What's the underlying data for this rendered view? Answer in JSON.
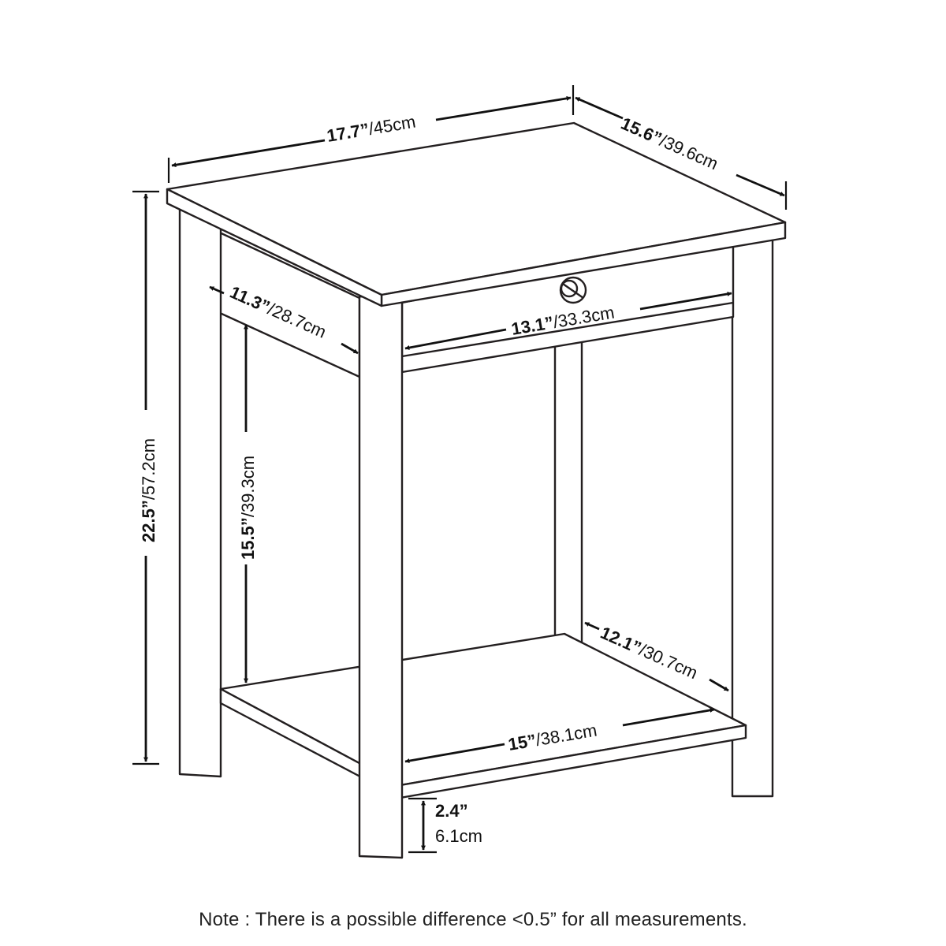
{
  "dimensions": {
    "width": {
      "inch": "17.7”",
      "cm": "/45cm"
    },
    "depth": {
      "inch": "15.6”",
      "cm": "/39.6cm"
    },
    "height": {
      "inch": "22.5”",
      "cm": "/57.2cm"
    },
    "drawer_depth": {
      "inch": "11.3”",
      "cm": "/28.7cm"
    },
    "drawer_width": {
      "inch": "13.1”",
      "cm": "/33.3cm"
    },
    "clearance": {
      "inch": "15.5”",
      "cm": "/39.3cm"
    },
    "shelf_depth": {
      "inch": "12.1”",
      "cm": "/30.7cm"
    },
    "shelf_width": {
      "inch": "15”",
      "cm": "/38.1cm"
    },
    "leg_height": {
      "inch": "2.4”",
      "cm": "6.1cm"
    }
  },
  "note": "Note : There is a possible difference <0.5” for all measurements.",
  "colors": {
    "outline": "#231f20",
    "background": "#ffffff"
  }
}
